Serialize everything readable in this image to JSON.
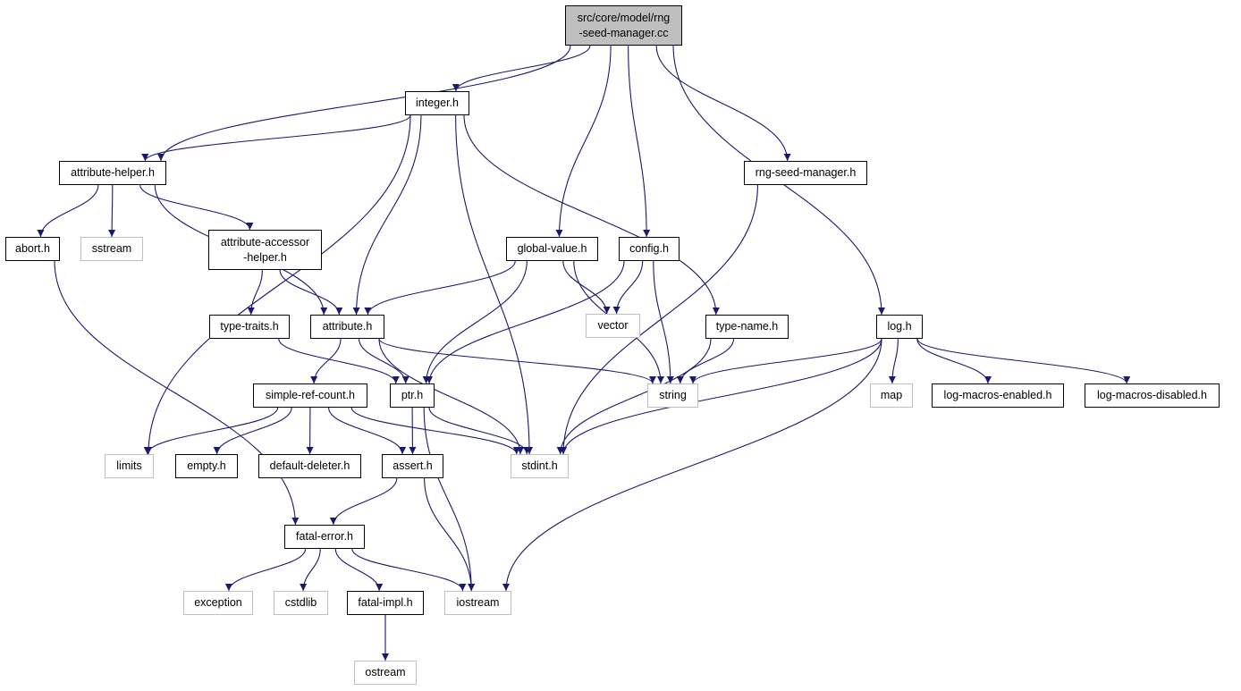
{
  "graph": {
    "nodes": [
      {
        "id": "root",
        "lines": [
          "src/core/model/rng",
          "-seed-manager.cc"
        ],
        "kind": "root"
      },
      {
        "id": "integer",
        "lines": [
          "integer.h"
        ],
        "kind": "header"
      },
      {
        "id": "attr_helper",
        "lines": [
          "attribute-helper.h"
        ],
        "kind": "header"
      },
      {
        "id": "rng_seed_manager",
        "lines": [
          "rng-seed-manager.h"
        ],
        "kind": "header"
      },
      {
        "id": "abort",
        "lines": [
          "abort.h"
        ],
        "kind": "header"
      },
      {
        "id": "sstream",
        "lines": [
          "sstream"
        ],
        "kind": "system"
      },
      {
        "id": "attr_accessor",
        "lines": [
          "attribute-accessor",
          "-helper.h"
        ],
        "kind": "header"
      },
      {
        "id": "global_value",
        "lines": [
          "global-value.h"
        ],
        "kind": "header"
      },
      {
        "id": "config",
        "lines": [
          "config.h"
        ],
        "kind": "header"
      },
      {
        "id": "vector",
        "lines": [
          "vector"
        ],
        "kind": "system"
      },
      {
        "id": "type_traits",
        "lines": [
          "type-traits.h"
        ],
        "kind": "header"
      },
      {
        "id": "attribute",
        "lines": [
          "attribute.h"
        ],
        "kind": "header"
      },
      {
        "id": "type_name",
        "lines": [
          "type-name.h"
        ],
        "kind": "header"
      },
      {
        "id": "log",
        "lines": [
          "log.h"
        ],
        "kind": "header"
      },
      {
        "id": "simple_ref",
        "lines": [
          "simple-ref-count.h"
        ],
        "kind": "header"
      },
      {
        "id": "ptr",
        "lines": [
          "ptr.h"
        ],
        "kind": "header"
      },
      {
        "id": "string",
        "lines": [
          "string"
        ],
        "kind": "system"
      },
      {
        "id": "map",
        "lines": [
          "map"
        ],
        "kind": "system"
      },
      {
        "id": "log_enabled",
        "lines": [
          "log-macros-enabled.h"
        ],
        "kind": "header"
      },
      {
        "id": "log_disabled",
        "lines": [
          "log-macros-disabled.h"
        ],
        "kind": "header"
      },
      {
        "id": "limits",
        "lines": [
          "limits"
        ],
        "kind": "system"
      },
      {
        "id": "empty",
        "lines": [
          "empty.h"
        ],
        "kind": "header"
      },
      {
        "id": "default_deleter",
        "lines": [
          "default-deleter.h"
        ],
        "kind": "header"
      },
      {
        "id": "assert",
        "lines": [
          "assert.h"
        ],
        "kind": "header"
      },
      {
        "id": "stdint",
        "lines": [
          "stdint.h"
        ],
        "kind": "system"
      },
      {
        "id": "fatal_error",
        "lines": [
          "fatal-error.h"
        ],
        "kind": "header"
      },
      {
        "id": "exception",
        "lines": [
          "exception"
        ],
        "kind": "system"
      },
      {
        "id": "cstdlib",
        "lines": [
          "cstdlib"
        ],
        "kind": "system"
      },
      {
        "id": "fatal_impl",
        "lines": [
          "fatal-impl.h"
        ],
        "kind": "header"
      },
      {
        "id": "iostream",
        "lines": [
          "iostream"
        ],
        "kind": "system"
      },
      {
        "id": "ostream",
        "lines": [
          "ostream"
        ],
        "kind": "system"
      }
    ],
    "edges": [
      [
        "root",
        "integer"
      ],
      [
        "root",
        "attr_helper"
      ],
      [
        "root",
        "global_value"
      ],
      [
        "root",
        "config"
      ],
      [
        "root",
        "rng_seed_manager"
      ],
      [
        "root",
        "log"
      ],
      [
        "integer",
        "attr_helper"
      ],
      [
        "integer",
        "attribute"
      ],
      [
        "integer",
        "limits"
      ],
      [
        "integer",
        "stdint"
      ],
      [
        "integer",
        "type_name"
      ],
      [
        "attr_helper",
        "abort"
      ],
      [
        "attr_helper",
        "sstream"
      ],
      [
        "attr_helper",
        "attr_accessor"
      ],
      [
        "attr_helper",
        "attribute"
      ],
      [
        "rng_seed_manager",
        "stdint"
      ],
      [
        "abort",
        "fatal_error"
      ],
      [
        "attr_accessor",
        "type_traits"
      ],
      [
        "attr_accessor",
        "attribute"
      ],
      [
        "global_value",
        "attribute"
      ],
      [
        "global_value",
        "ptr"
      ],
      [
        "global_value",
        "vector"
      ],
      [
        "global_value",
        "string"
      ],
      [
        "config",
        "vector"
      ],
      [
        "config",
        "ptr"
      ],
      [
        "config",
        "string"
      ],
      [
        "type_traits",
        "ptr"
      ],
      [
        "attribute",
        "simple_ref"
      ],
      [
        "attribute",
        "ptr"
      ],
      [
        "attribute",
        "stdint"
      ],
      [
        "attribute",
        "string"
      ],
      [
        "type_name",
        "string"
      ],
      [
        "type_name",
        "stdint"
      ],
      [
        "log",
        "string"
      ],
      [
        "log",
        "map"
      ],
      [
        "log",
        "log_enabled"
      ],
      [
        "log",
        "log_disabled"
      ],
      [
        "log",
        "stdint"
      ],
      [
        "log",
        "iostream"
      ],
      [
        "simple_ref",
        "limits"
      ],
      [
        "simple_ref",
        "empty"
      ],
      [
        "simple_ref",
        "default_deleter"
      ],
      [
        "simple_ref",
        "assert"
      ],
      [
        "simple_ref",
        "stdint"
      ],
      [
        "ptr",
        "assert"
      ],
      [
        "ptr",
        "stdint"
      ],
      [
        "ptr",
        "iostream"
      ],
      [
        "assert",
        "fatal_error"
      ],
      [
        "assert",
        "iostream"
      ],
      [
        "fatal_error",
        "exception"
      ],
      [
        "fatal_error",
        "cstdlib"
      ],
      [
        "fatal_error",
        "fatal_impl"
      ],
      [
        "fatal_error",
        "iostream"
      ],
      [
        "fatal_impl",
        "ostream"
      ]
    ]
  },
  "colors": {
    "edge": "#191970",
    "node_border": "#000000",
    "system_border": "#bfbfbf",
    "root_fill": "#bfbfbf",
    "background": "#ffffff"
  }
}
